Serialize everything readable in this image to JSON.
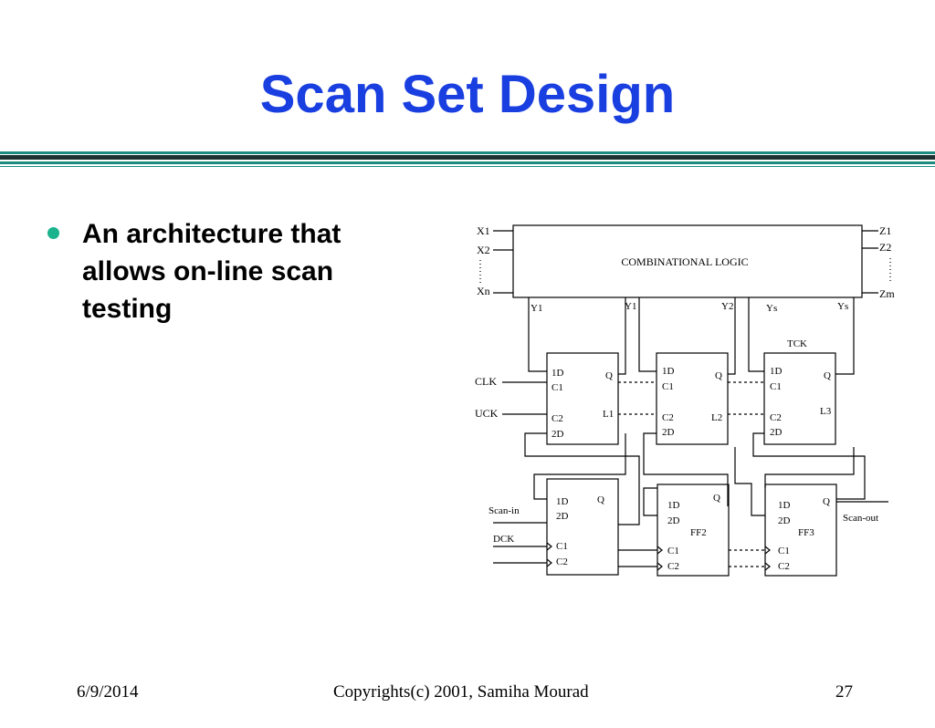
{
  "slide": {
    "title": "Scan Set Design",
    "bullets": [
      "An architecture that allows on-line scan testing"
    ]
  },
  "diagram": {
    "inputs": [
      "X1",
      "X2",
      "Xn"
    ],
    "outputs": [
      "Z1",
      "Z2",
      "Zm"
    ],
    "comb_logic": "COMBINATIONAL LOGIC",
    "signals": {
      "y1_left": "Y1",
      "y1": "Y1",
      "y2": "Y2",
      "ys_left": "Ys",
      "ys": "Ys",
      "tck": "TCK",
      "clk": "CLK",
      "uck": "UCK",
      "scan_in": "Scan-in",
      "dck": "DCK",
      "scan_out": "Scan-out"
    },
    "latch": {
      "d1": "1D",
      "c1": "C1",
      "c2": "C2",
      "d2": "2D",
      "q": "Q",
      "names": [
        "L1",
        "L2",
        "L3"
      ]
    },
    "flipflop": {
      "d1": "1D",
      "d2": "2D",
      "c1": "C1",
      "c2": "C2",
      "q": "Q",
      "names": [
        "FF2",
        "FF3"
      ]
    }
  },
  "footer": {
    "date": "6/9/2014",
    "copyright": "Copyrights(c) 2001, Samiha Mourad",
    "page": "27"
  },
  "colors": {
    "title": "#1a3fe0",
    "bullet": "#1bb38d",
    "rule_dark": "#1f3030",
    "rule_teal": "#1d8a80"
  }
}
